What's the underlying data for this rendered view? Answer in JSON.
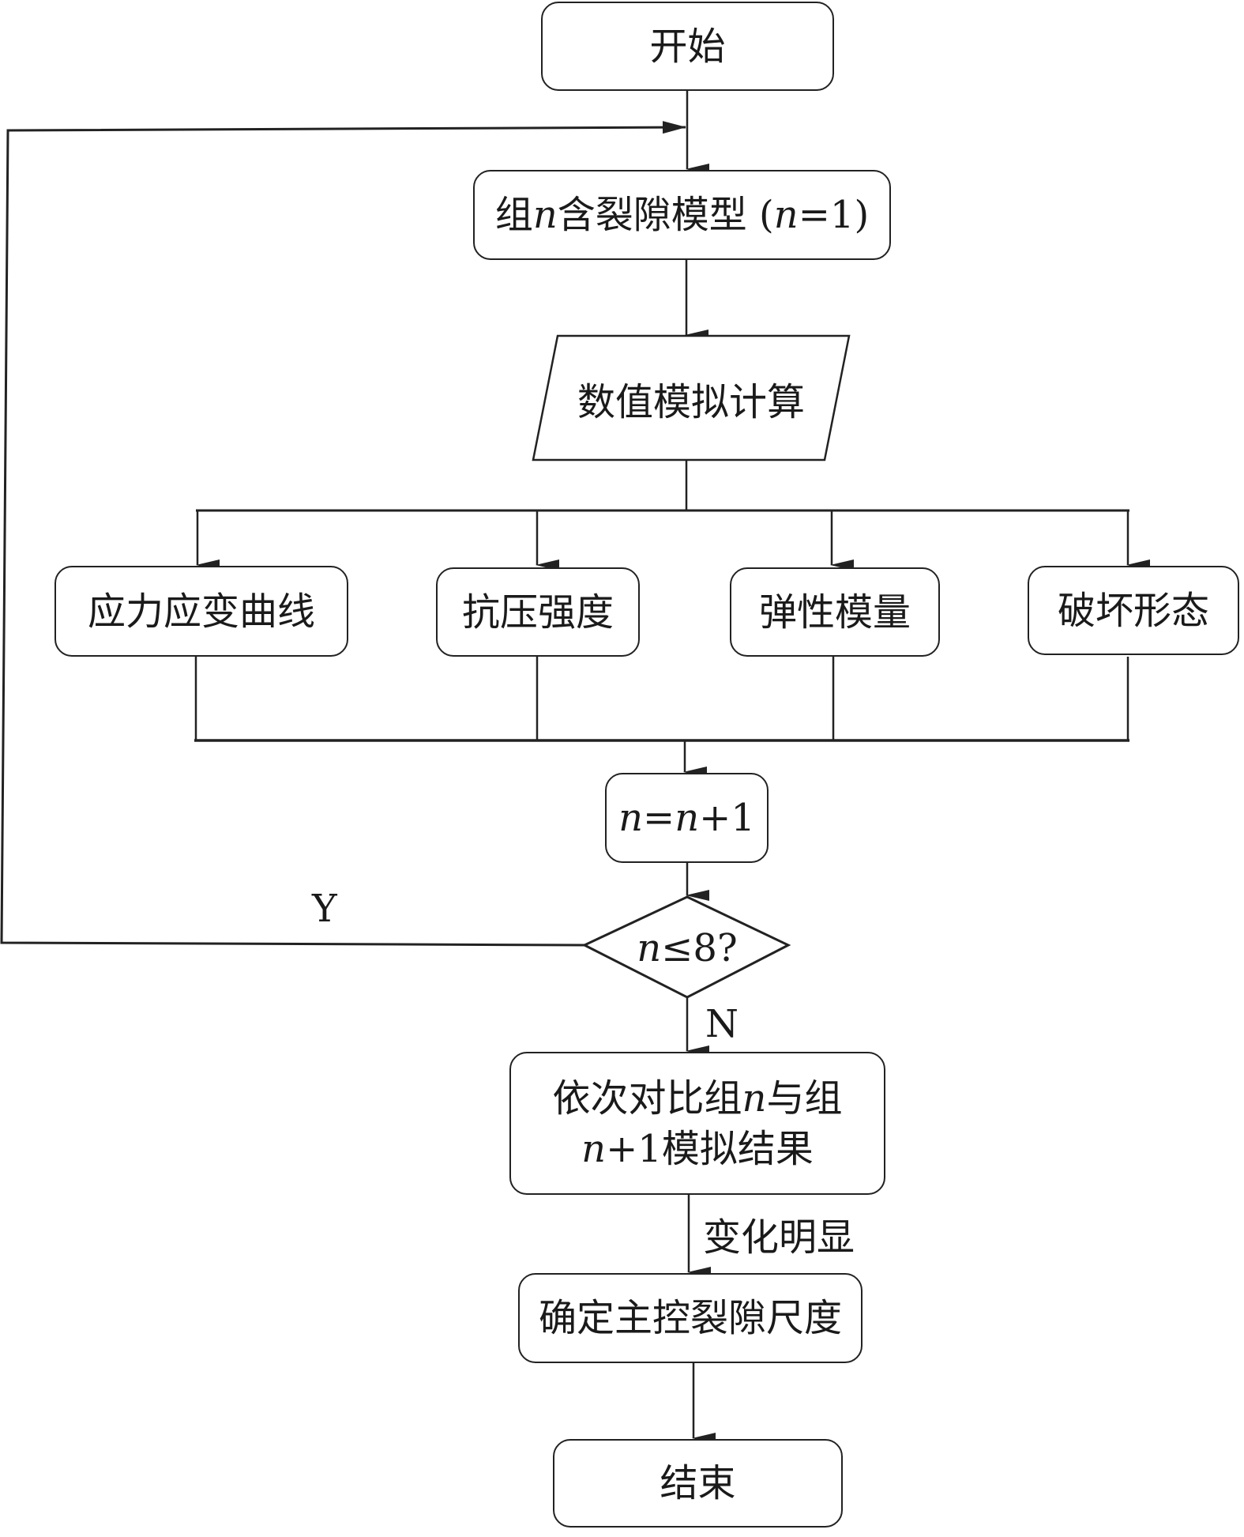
{
  "diagram": {
    "type": "flowchart",
    "nodes": {
      "start": "开始",
      "model": {
        "prefix": "组",
        "var": "n",
        "middle": "含裂隙模型 (",
        "var2": "n",
        "suffix": "=1)"
      },
      "compute": "数值模拟计算",
      "outputs": [
        "应力应变曲线",
        "抗压强度",
        "弹性模量",
        "破坏形态"
      ],
      "increment": {
        "var": "n",
        "eq": "=",
        "var2": "n",
        "suffix": "+1"
      },
      "decision": {
        "var": "n",
        "suffix": "≤8?"
      },
      "compare": {
        "line1_prefix": "依次对比组",
        "line1_var": "n",
        "line1_suffix": "与组",
        "line2_var": "n",
        "line2_suffix": "+1模拟结果"
      },
      "determine": "确定主控裂隙尺度",
      "end": "结束"
    },
    "edge_labels": {
      "yes": "Y",
      "no": "N",
      "significant_change": "变化明显"
    },
    "colors": {
      "stroke": "#222222",
      "background": "#ffffff",
      "text": "#1a1a1a"
    }
  }
}
